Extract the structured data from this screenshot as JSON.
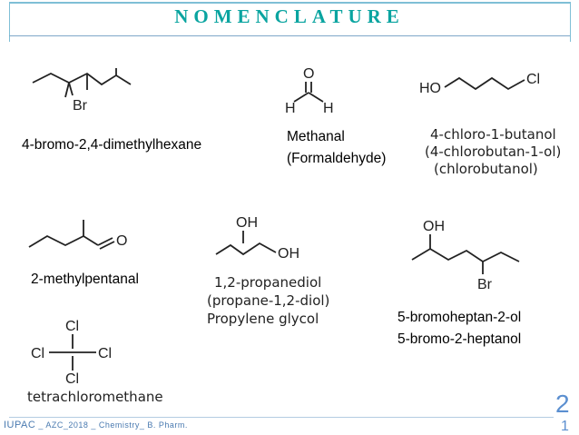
{
  "title": "NOMENCLATURE",
  "compounds": [
    {
      "name": "4-bromo-2,4-dimethylhexane",
      "atoms": [
        "Br"
      ]
    },
    {
      "name": "Methanal",
      "alt": "(Formaldehyde)",
      "atoms": [
        "O",
        "H",
        "H"
      ]
    },
    {
      "names": [
        "4-chloro-1-butanol",
        "(4-chlorobutan-1-ol)",
        "(chlorobutanol)"
      ],
      "atoms": [
        "HO",
        "Cl"
      ]
    },
    {
      "name": "2-methylpentanal",
      "atoms": [
        "O"
      ]
    },
    {
      "names": [
        "1,2-propanediol",
        "(propane-1,2-diol)",
        "Propylene glycol"
      ],
      "atoms": [
        "OH",
        "OH"
      ]
    },
    {
      "names": [
        "5-bromoheptan-2-ol",
        "5-bromo-2-heptanol"
      ],
      "atoms": [
        "OH",
        "Br"
      ]
    },
    {
      "name": "tetrachloromethane",
      "atoms": [
        "Cl",
        "Cl",
        "Cl",
        "Cl"
      ]
    }
  ],
  "footer": {
    "prefix": "IUPAC",
    "rest": " _ AZC_2018 _ Chemistry_ B. Pharm."
  },
  "page_number": "2",
  "page_number_cont": "1"
}
